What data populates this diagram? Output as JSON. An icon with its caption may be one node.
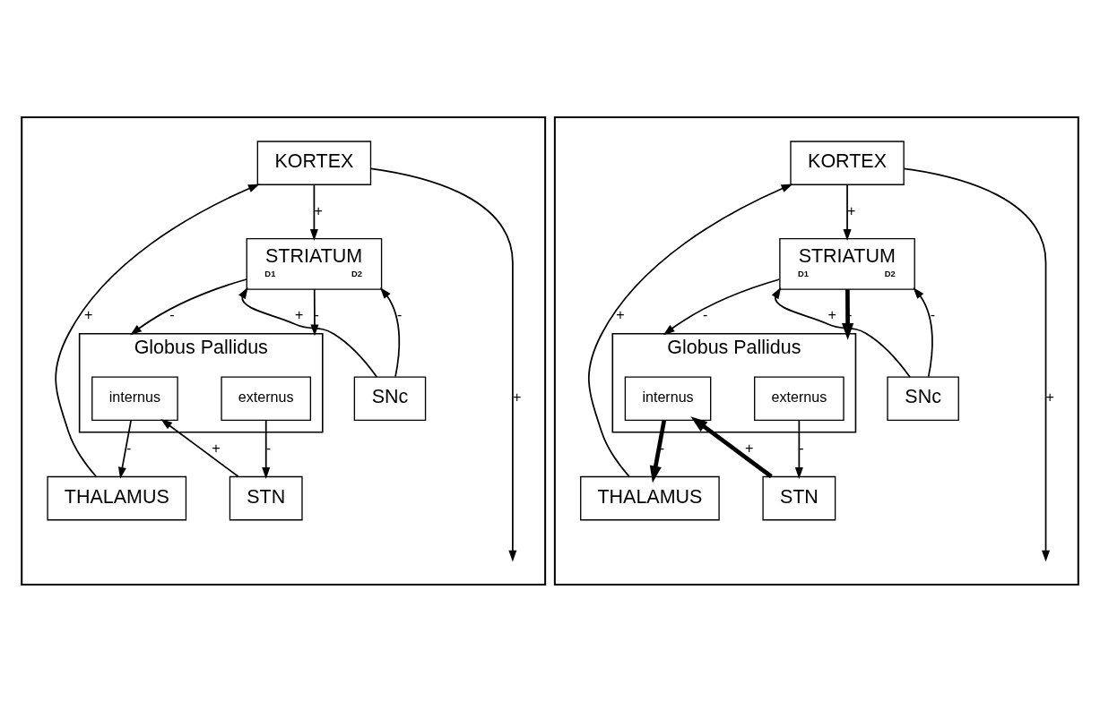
{
  "diagram": {
    "nodes": [
      {
        "text": [],
        "shape": "box"
      },
      {
        "text": [
          "KORTEX"
        ],
        "in": 0
      },
      {
        "text": [
          "STRIATUM",
          "D1",
          "D2"
        ],
        "in": 0
      },
      {
        "text": [
          "SNc"
        ],
        "in": 0
      },
      {
        "text": [
          "Globus Pallidus"
        ],
        "in": 0
      },
      {
        "text": [
          "internus"
        ],
        "in": 4
      },
      {
        "text": [
          "externus"
        ],
        "in": 4
      },
      {
        "text": [
          "THALAMUS"
        ],
        "in": 0
      },
      {
        "text": [
          "STN"
        ],
        "in": 0
      },
      {
        "text": [],
        "shape": "box"
      },
      {
        "text": [
          "KORTEX"
        ],
        "in": 9
      },
      {
        "text": [
          "STRIATUM",
          "D1",
          "D2"
        ],
        "in": 9
      },
      {
        "text": [
          "SNc"
        ],
        "in": 9
      },
      {
        "text": [
          "Globus Pallidus"
        ],
        "in": 9
      },
      {
        "text": [
          "internus"
        ],
        "in": 13
      },
      {
        "text": [
          "externus"
        ],
        "in": 13
      },
      {
        "text": [
          "THALAMUS"
        ],
        "in": 9
      },
      {
        "text": [
          "STN"
        ],
        "in": 9
      }
    ],
    "edges": [
      {
        "from": 7,
        "to": 1,
        "arrow": "to",
        "label": "+"
      },
      {
        "from": 1,
        "to": null,
        "arrow": "to",
        "label": "+"
      },
      {
        "from": 1,
        "to": 2,
        "arrow": "to",
        "label": "+"
      },
      {
        "from": 2,
        "to": 4,
        "arrow": "to",
        "label": "-"
      },
      {
        "from": 3,
        "to": 2,
        "arrow": "to",
        "label": "+"
      },
      {
        "from": 3,
        "to": 2,
        "arrow": "to",
        "label": "-"
      },
      {
        "from": 2,
        "to": 4,
        "arrow": "to",
        "label": "-"
      },
      {
        "from": 5,
        "to": 7,
        "arrow": "to",
        "label": "-"
      },
      {
        "from": 8,
        "to": 5,
        "arrow": "to",
        "label": "+"
      },
      {
        "from": 6,
        "to": 8,
        "arrow": "to",
        "label": "-"
      },
      {
        "from": 16,
        "to": 10,
        "arrow": "to",
        "label": "+"
      },
      {
        "from": 10,
        "to": null,
        "arrow": "to",
        "label": "+"
      },
      {
        "from": 10,
        "to": 11,
        "arrow": "to",
        "label": "+"
      },
      {
        "from": 11,
        "to": 13,
        "arrow": "to",
        "label": "-"
      },
      {
        "from": 12,
        "to": 11,
        "arrow": "to",
        "label": "+"
      },
      {
        "from": 12,
        "to": 11,
        "arrow": "to",
        "label": "-"
      },
      {
        "from": 11,
        "to": 13,
        "arrow": "to",
        "label": "-",
        "style": "thick"
      },
      {
        "from": 14,
        "to": 16,
        "arrow": "to",
        "label": "-",
        "style": "thick"
      },
      {
        "from": 17,
        "to": 14,
        "arrow": "to",
        "label": "+",
        "style": "thick"
      },
      {
        "from": 15,
        "to": 17,
        "arrow": "to",
        "label": "-"
      }
    ]
  }
}
